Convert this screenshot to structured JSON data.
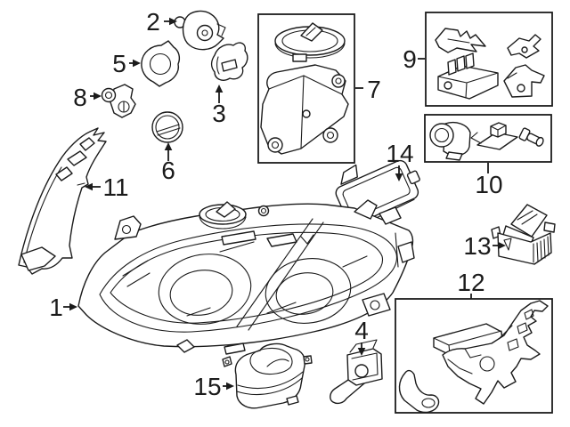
{
  "colors": {
    "background": "#ffffff",
    "line": "#1b1b1b"
  },
  "parts": [
    {
      "label": "1"
    },
    {
      "label": "2"
    },
    {
      "label": "3"
    },
    {
      "label": "4"
    },
    {
      "label": "5"
    },
    {
      "label": "6"
    },
    {
      "label": "7"
    },
    {
      "label": "8"
    },
    {
      "label": "9"
    },
    {
      "label": "10"
    },
    {
      "label": "11"
    },
    {
      "label": "12"
    },
    {
      "label": "13"
    },
    {
      "label": "14"
    },
    {
      "label": "15"
    }
  ]
}
